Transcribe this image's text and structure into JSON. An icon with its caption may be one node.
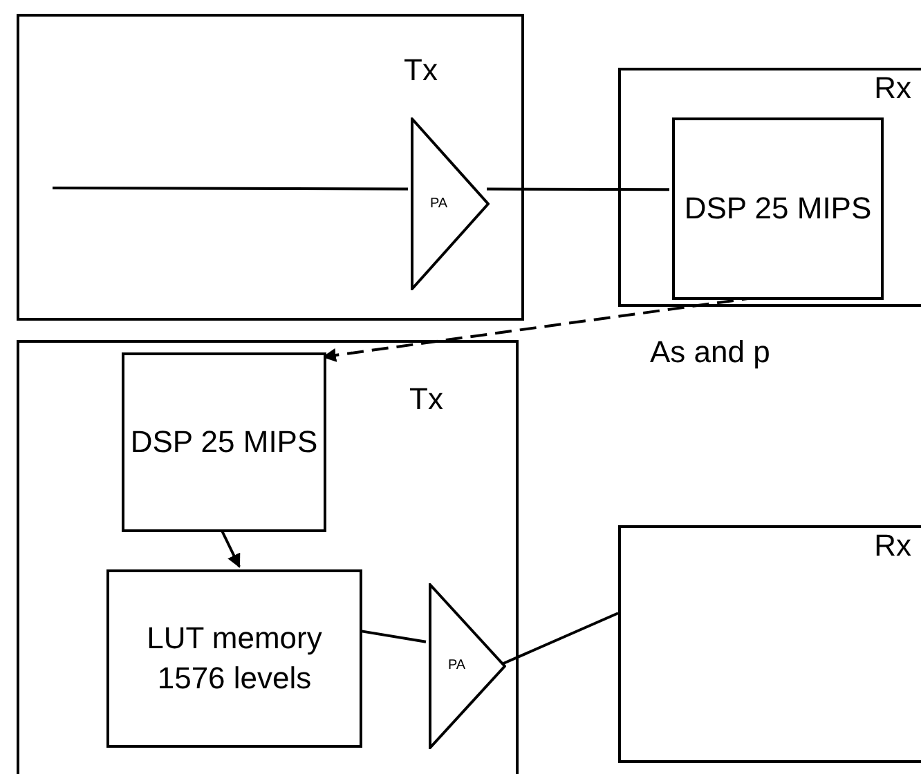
{
  "diagram": {
    "nodes": [
      {
        "text": [
          "Tx"
        ]
      },
      {
        "text": [
          "PA"
        ],
        "in": 0
      },
      {
        "text": [
          "Rx"
        ]
      },
      {
        "text": [
          "DSP 25 MIPS"
        ],
        "in": 2
      },
      {
        "text": [
          "Tx"
        ]
      },
      {
        "text": [
          "DSP 25 MIPS"
        ],
        "in": 4
      },
      {
        "text": [
          "LUT memory 1576 levels"
        ],
        "in": 4
      },
      {
        "text": [
          "PA"
        ],
        "in": 4
      },
      {
        "text": [
          "Rx"
        ]
      }
    ],
    "edges": [
      {
        "from": null,
        "to": 1,
        "arrow": "none"
      },
      {
        "from": 1,
        "to": 3,
        "arrow": "none"
      },
      {
        "from": 3,
        "to": 5,
        "arrow": "to",
        "style": "dashed"
      },
      {
        "from": 5,
        "to": 6,
        "arrow": "to"
      },
      {
        "from": 6,
        "to": 7,
        "arrow": "none"
      },
      {
        "from": 7,
        "to": 8,
        "arrow": "none"
      }
    ],
    "labels": [
      "As and p"
    ]
  }
}
